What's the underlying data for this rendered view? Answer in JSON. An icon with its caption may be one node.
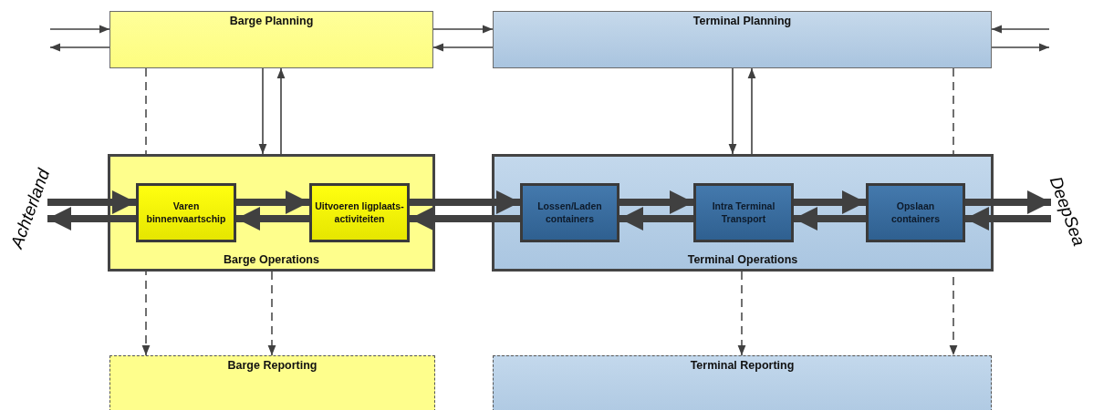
{
  "diagram": {
    "nodes": [
      {
        "text": [
          "Barge Planning"
        ]
      },
      {
        "text": [
          "Terminal Planning"
        ]
      },
      {
        "text": [
          "Barge Operations"
        ]
      },
      {
        "text": [
          "Varen binnenvaartschip"
        ],
        "in": 2
      },
      {
        "text": [
          "Uitvoeren ligplaats-activiteiten"
        ],
        "in": 2
      },
      {
        "text": [
          "Terminal Operations"
        ]
      },
      {
        "text": [
          "Lossen/Laden containers"
        ],
        "in": 5
      },
      {
        "text": [
          "Intra Terminal Transport"
        ],
        "in": 5
      },
      {
        "text": [
          "Opslaan containers"
        ],
        "in": 5
      },
      {
        "text": [
          "Barge Reporting"
        ]
      },
      {
        "text": [
          "Terminal Reporting"
        ]
      },
      {
        "text": [
          "Achterland"
        ]
      },
      {
        "text": [
          "DeepSea"
        ]
      }
    ],
    "edges": [
      {
        "from": null,
        "to": 0,
        "arrow": "to"
      },
      {
        "from": 0,
        "to": null,
        "arrow": "to"
      },
      {
        "from": 0,
        "to": 1,
        "arrow": "to"
      },
      {
        "from": 1,
        "to": 0,
        "arrow": "to"
      },
      {
        "from": null,
        "to": 1,
        "arrow": "to"
      },
      {
        "from": 1,
        "to": null,
        "arrow": "to"
      },
      {
        "from": 0,
        "to": 2,
        "arrow": "to"
      },
      {
        "from": 2,
        "to": 0,
        "arrow": "to"
      },
      {
        "from": 1,
        "to": 5,
        "arrow": "to"
      },
      {
        "from": 5,
        "to": 1,
        "arrow": "to"
      },
      {
        "from": 11,
        "to": 3,
        "arrow": "to",
        "style": "thick"
      },
      {
        "from": 3,
        "to": 11,
        "arrow": "to",
        "style": "thick"
      },
      {
        "from": 3,
        "to": 4,
        "arrow": "to",
        "style": "thick"
      },
      {
        "from": 4,
        "to": 3,
        "arrow": "to",
        "style": "thick"
      },
      {
        "from": 4,
        "to": 6,
        "arrow": "to",
        "style": "thick"
      },
      {
        "from": 6,
        "to": 4,
        "arrow": "to",
        "style": "thick"
      },
      {
        "from": 6,
        "to": 7,
        "arrow": "to",
        "style": "thick"
      },
      {
        "from": 7,
        "to": 6,
        "arrow": "to",
        "style": "thick"
      },
      {
        "from": 7,
        "to": 8,
        "arrow": "to",
        "style": "thick"
      },
      {
        "from": 8,
        "to": 7,
        "arrow": "to",
        "style": "thick"
      },
      {
        "from": 8,
        "to": 12,
        "arrow": "to",
        "style": "thick"
      },
      {
        "from": 12,
        "to": 8,
        "arrow": "to",
        "style": "thick"
      },
      {
        "from": 0,
        "to": 9,
        "arrow": "to",
        "style": "dashed"
      },
      {
        "from": 2,
        "to": 9,
        "arrow": "to",
        "style": "dashed"
      },
      {
        "from": 5,
        "to": 10,
        "arrow": "to",
        "style": "dashed"
      },
      {
        "from": 1,
        "to": 10,
        "arrow": "to",
        "style": "dashed"
      }
    ]
  }
}
